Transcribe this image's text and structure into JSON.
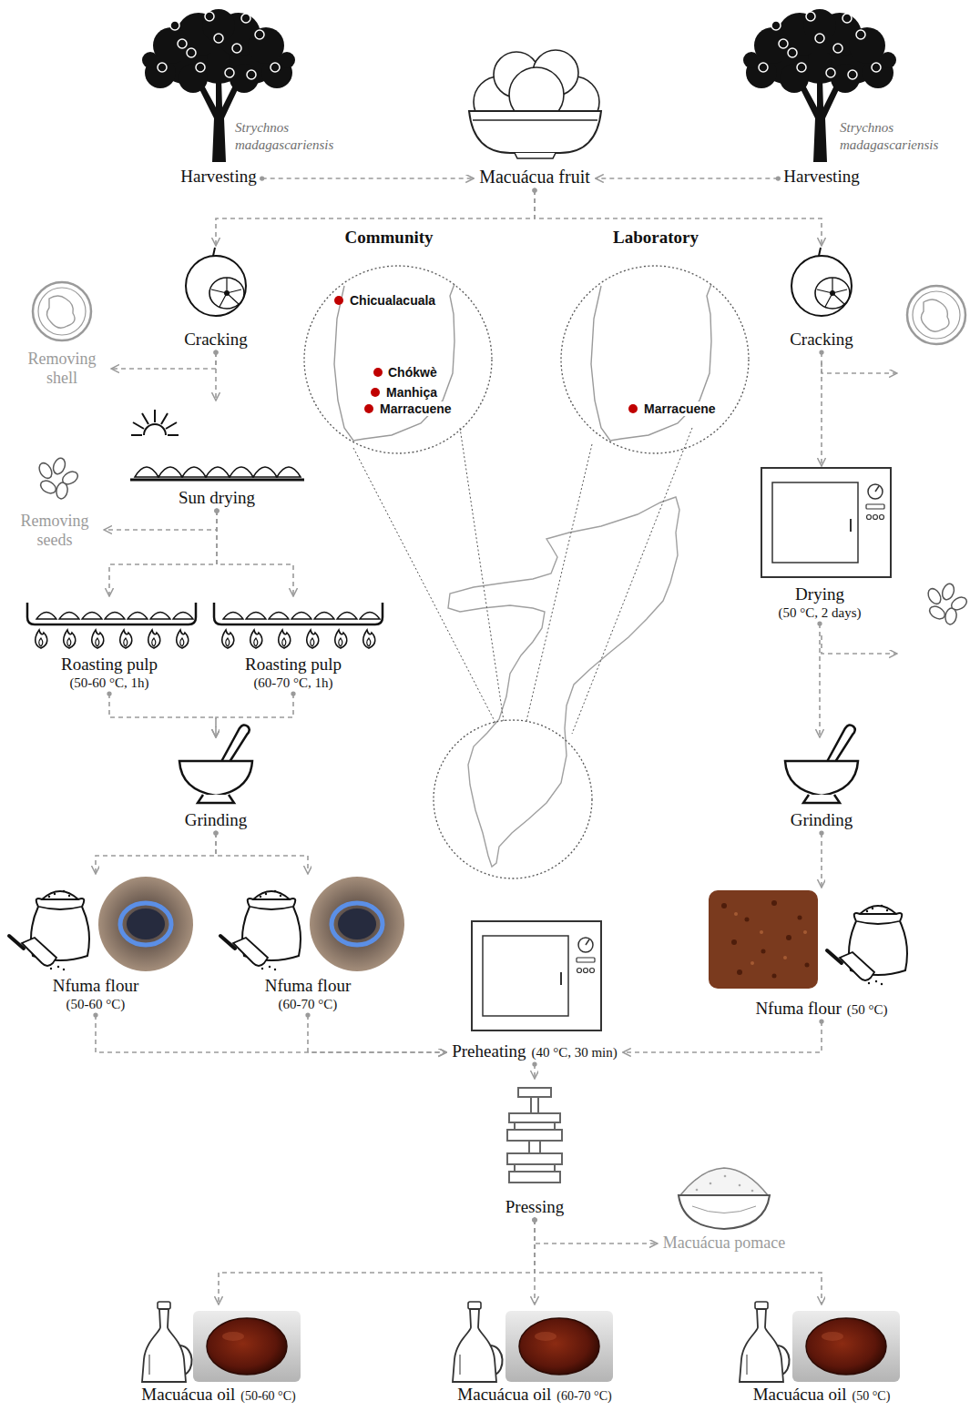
{
  "diagram": {
    "nodes": [
      {
        "text": [
          "Strychnos madagascariensis",
          "Harvesting"
        ]
      },
      {
        "text": [
          "Macuácua fruit"
        ]
      },
      {
        "text": [
          "Strychnos madagascariensis",
          "Harvesting"
        ]
      },
      {
        "text": [
          "Community",
          "Chicualacuala",
          "Chókwè",
          "Manhiça",
          "Marracuene"
        ]
      },
      {
        "text": [
          "Laboratory",
          "Marracuene"
        ]
      },
      {
        "text": [
          "Cracking"
        ]
      },
      {
        "text": [
          "Removing shell"
        ]
      },
      {
        "text": [
          "Sun drying"
        ]
      },
      {
        "text": [
          "Removing seeds"
        ]
      },
      {
        "text": [
          "Roasting pulp",
          "(50-60 °C, 1h)"
        ]
      },
      {
        "text": [
          "Roasting pulp",
          "(60-70 °C, 1h)"
        ]
      },
      {
        "text": [
          "Grinding"
        ]
      },
      {
        "text": [
          "Nfuma flour",
          "(50-60 °C)"
        ]
      },
      {
        "text": [
          "Nfuma flour",
          "(60-70 °C)"
        ]
      },
      {
        "text": [
          "Cracking"
        ]
      },
      {
        "text": [
          "Drying",
          "(50 °C, 2 days)"
        ]
      },
      {
        "text": [
          "Grinding"
        ]
      },
      {
        "text": [
          "Nfuma flour",
          "(50 °C)"
        ]
      },
      {
        "text": [
          "Preheating",
          "(40 °C, 30 min)"
        ]
      },
      {
        "text": [
          "Pressing"
        ]
      },
      {
        "text": [
          "Macuácua pomace"
        ]
      },
      {
        "text": [
          "Macuácua oil",
          "(50-60 °C)"
        ]
      },
      {
        "text": [
          "Macuácua oil",
          "(60-70 °C)"
        ]
      },
      {
        "text": [
          "Macuácua oil",
          "(50 °C)"
        ]
      }
    ],
    "edges": [
      {
        "from": 0,
        "to": 1,
        "arrow": "to"
      },
      {
        "from": 2,
        "to": 1,
        "arrow": "to"
      },
      {
        "from": 1,
        "to": 5,
        "arrow": "to"
      },
      {
        "from": 1,
        "to": 14,
        "arrow": "to"
      },
      {
        "from": 5,
        "to": 6,
        "arrow": "to"
      },
      {
        "from": 5,
        "to": 7,
        "arrow": "to"
      },
      {
        "from": 7,
        "to": 8,
        "arrow": "to"
      },
      {
        "from": 7,
        "to": 9,
        "arrow": "to"
      },
      {
        "from": 7,
        "to": 10,
        "arrow": "to"
      },
      {
        "from": 9,
        "to": 11,
        "arrow": "to"
      },
      {
        "from": 10,
        "to": 11,
        "arrow": "to"
      },
      {
        "from": 11,
        "to": 12,
        "arrow": "to"
      },
      {
        "from": 11,
        "to": 13,
        "arrow": "to"
      },
      {
        "from": 12,
        "to": 18,
        "arrow": "to"
      },
      {
        "from": 13,
        "to": 18,
        "arrow": "to"
      },
      {
        "from": 14,
        "to": 15,
        "arrow": "to"
      },
      {
        "from": 15,
        "to": 16,
        "arrow": "to"
      },
      {
        "from": 16,
        "to": 17,
        "arrow": "to"
      },
      {
        "from": 17,
        "to": 18,
        "arrow": "to"
      },
      {
        "from": 18,
        "to": 19,
        "arrow": "to"
      },
      {
        "from": 19,
        "to": 20,
        "arrow": "to"
      },
      {
        "from": 19,
        "to": 21,
        "arrow": "to"
      },
      {
        "from": 19,
        "to": 22,
        "arrow": "to"
      },
      {
        "from": 19,
        "to": 23,
        "arrow": "to"
      }
    ]
  }
}
